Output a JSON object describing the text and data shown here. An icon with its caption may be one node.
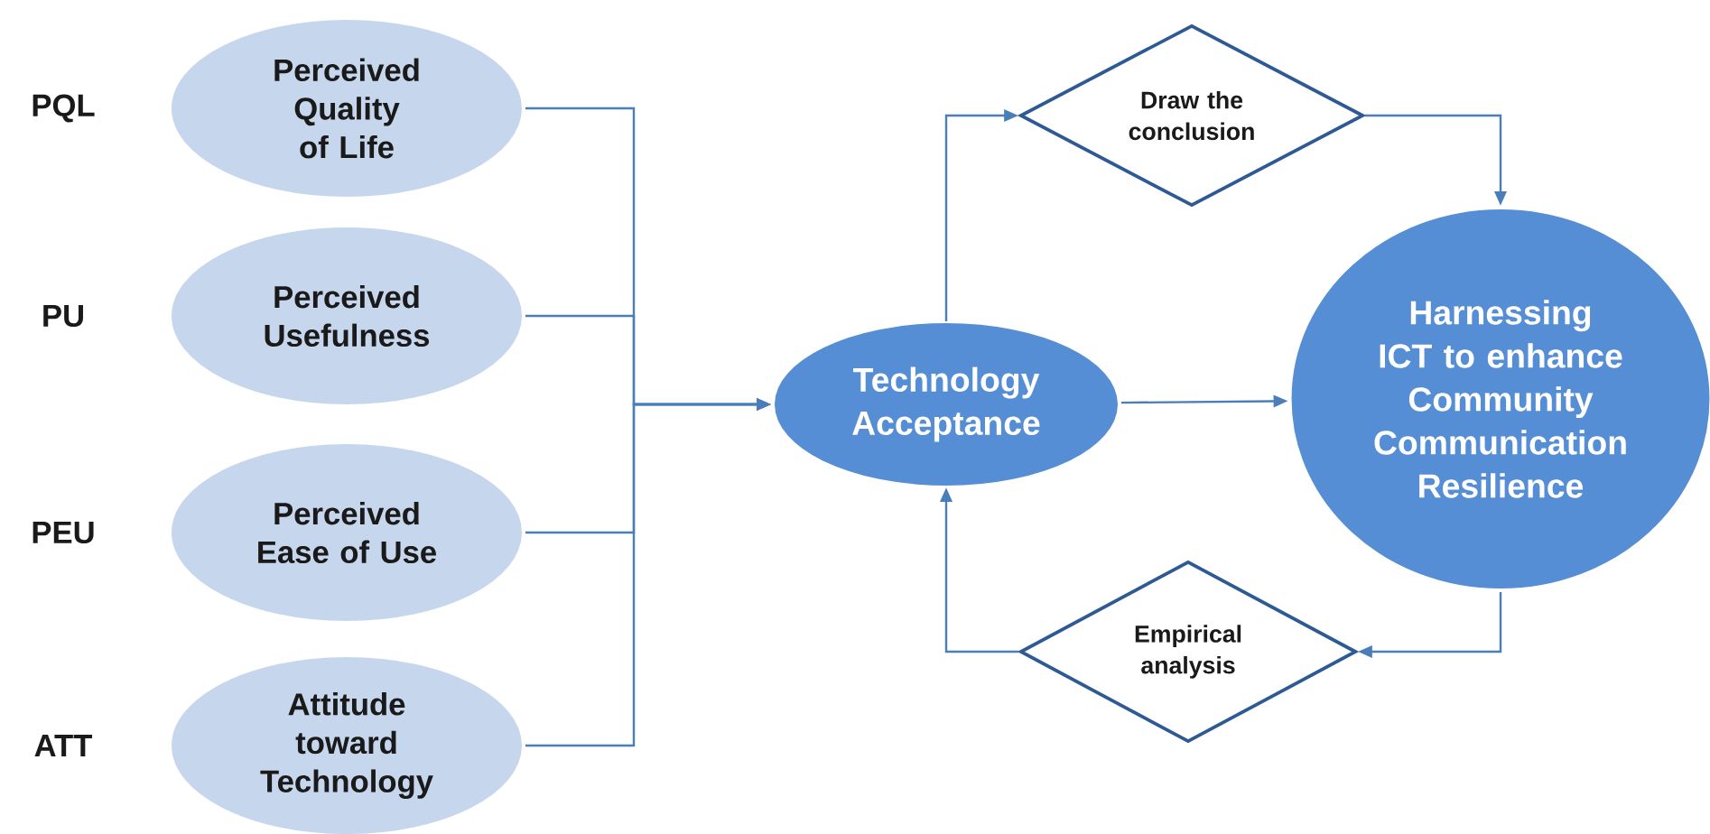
{
  "diagram": {
    "nodes": [
      {
        "text": [
          "Perceived Quality of Life"
        ],
        "beside": [
          "PQL"
        ]
      },
      {
        "text": [
          "Perceived Usefulness"
        ],
        "beside": [
          "PU"
        ]
      },
      {
        "text": [
          "Perceived Ease of Use"
        ],
        "beside": [
          "PEU"
        ]
      },
      {
        "text": [
          "Attitude toward Technology"
        ],
        "beside": [
          "ATT"
        ]
      },
      {
        "text": [
          "Technology Acceptance"
        ]
      },
      {
        "text": [
          "Draw the conclusion"
        ]
      },
      {
        "text": [
          "Harnessing ICT to enhance Community Communication Resilience"
        ]
      },
      {
        "text": [
          "Empirical analysis"
        ]
      }
    ],
    "edges": [
      {
        "from": 0,
        "to": 4,
        "arrow": "to"
      },
      {
        "from": 1,
        "to": 4,
        "arrow": "to"
      },
      {
        "from": 2,
        "to": 4,
        "arrow": "to"
      },
      {
        "from": 3,
        "to": 4,
        "arrow": "to"
      },
      {
        "from": 4,
        "to": 5,
        "arrow": "to"
      },
      {
        "from": 5,
        "to": 6,
        "arrow": "to"
      },
      {
        "from": 4,
        "to": 6,
        "arrow": "to"
      },
      {
        "from": 6,
        "to": 7,
        "arrow": "to"
      },
      {
        "from": 7,
        "to": 4,
        "arrow": "to"
      }
    ]
  }
}
